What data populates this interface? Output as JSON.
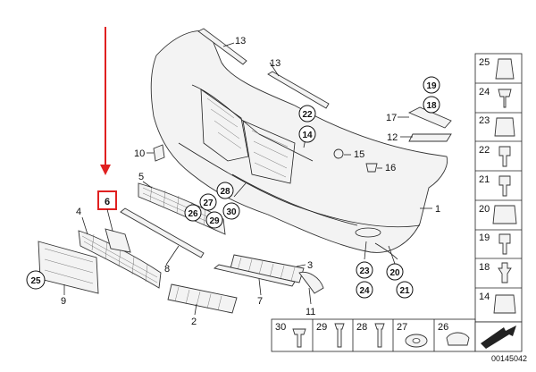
{
  "diagram": {
    "callouts_plain": [
      {
        "id": "13a",
        "label": "13"
      },
      {
        "id": "13b",
        "label": "13"
      },
      {
        "id": "10",
        "label": "10"
      },
      {
        "id": "5",
        "label": "5"
      },
      {
        "id": "4",
        "label": "4"
      },
      {
        "id": "8",
        "label": "8"
      },
      {
        "id": "3",
        "label": "3"
      },
      {
        "id": "7",
        "label": "7"
      },
      {
        "id": "2",
        "label": "2"
      },
      {
        "id": "9",
        "label": "9"
      },
      {
        "id": "11",
        "label": "11"
      },
      {
        "id": "1",
        "label": "1"
      },
      {
        "id": "15",
        "label": "15"
      },
      {
        "id": "16",
        "label": "16"
      },
      {
        "id": "17",
        "label": "17"
      },
      {
        "id": "12",
        "label": "12"
      }
    ],
    "callouts_circled": [
      {
        "id": "19",
        "label": "19"
      },
      {
        "id": "18",
        "label": "18"
      },
      {
        "id": "22",
        "label": "22"
      },
      {
        "id": "14",
        "label": "14"
      },
      {
        "id": "28",
        "label": "28"
      },
      {
        "id": "27",
        "label": "27"
      },
      {
        "id": "30",
        "label": "30"
      },
      {
        "id": "26",
        "label": "26"
      },
      {
        "id": "29",
        "label": "29"
      },
      {
        "id": "25",
        "label": "25"
      },
      {
        "id": "23",
        "label": "23"
      },
      {
        "id": "20",
        "label": "20"
      },
      {
        "id": "24",
        "label": "24"
      },
      {
        "id": "21",
        "label": "21"
      }
    ],
    "highlight": {
      "label": "6",
      "color": "#e02020"
    },
    "arrow_color": "#e02020"
  },
  "parts_panel_right": [
    "25",
    "24",
    "23",
    "22",
    "21",
    "20",
    "19",
    "18",
    "14"
  ],
  "parts_panel_bottom": [
    "30",
    "29",
    "28",
    "27",
    "26"
  ],
  "catalog_number": "00145042"
}
